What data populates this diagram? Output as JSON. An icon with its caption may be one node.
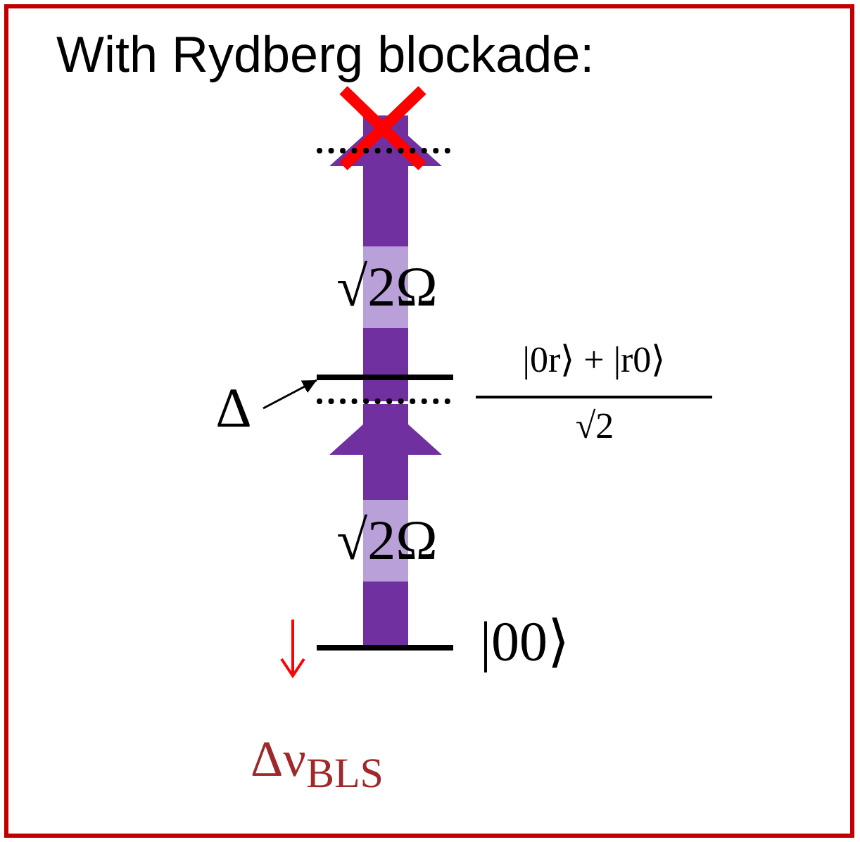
{
  "diagram": {
    "title": "With Rydberg blockade:",
    "nodes": [
      {
        "text": [],
        "shape": "bar"
      },
      {
        "text": [],
        "shape": "bar",
        "beside": [
          "|0r⟩ + |r0⟩",
          "√2"
        ]
      },
      {
        "text": [],
        "shape": "bar"
      },
      {
        "text": [],
        "shape": "bar",
        "beside": [
          "|00⟩"
        ]
      },
      {
        "text": [
          "Δ"
        ]
      }
    ],
    "edges": [
      {
        "from": 3,
        "to": 2,
        "arrow": "to",
        "label": "√2Ω"
      },
      {
        "from": 2,
        "to": 0,
        "arrow": "to",
        "label": "√2Ω"
      },
      {
        "from": 4,
        "to": 1,
        "arrow": "to",
        "color": "#000000"
      }
    ],
    "labels": [
      "Δν$_{BLS}$"
    ]
  }
}
